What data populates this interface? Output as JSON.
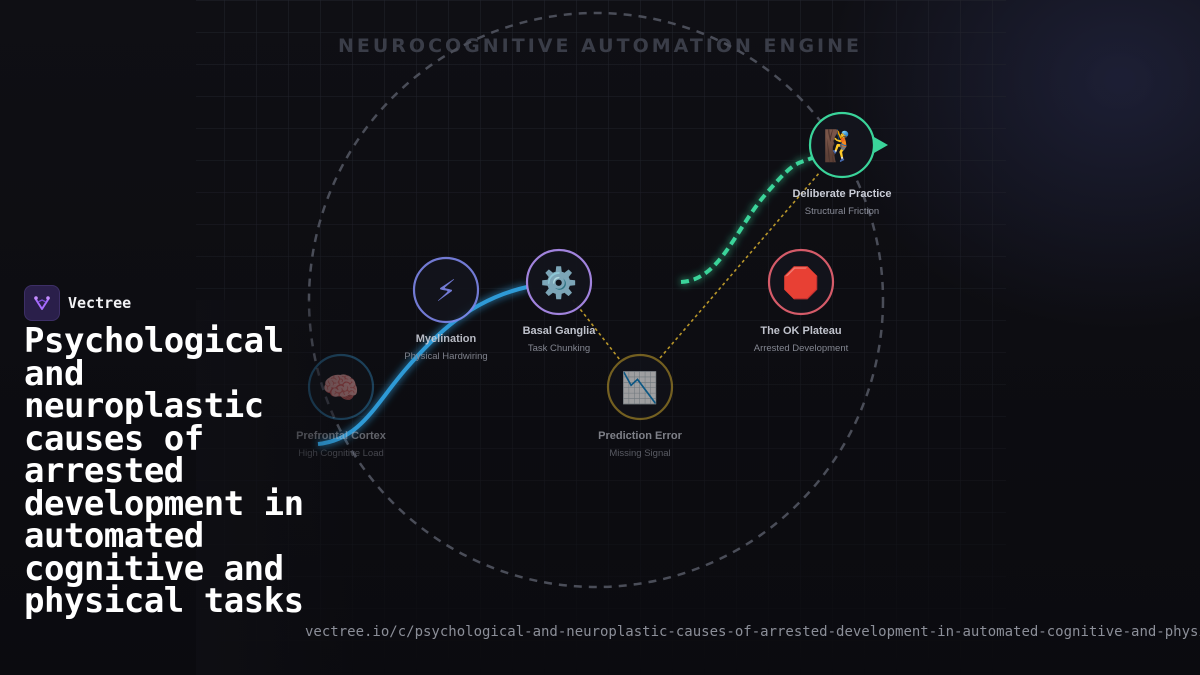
{
  "diagram": {
    "title": "NEUROCOGNITIVE AUTOMATION ENGINE",
    "nodes": [
      {
        "id": "prefrontal",
        "icon": "brain-icon",
        "glyph": "🧠",
        "color": "#2f7fb0",
        "title": "Prefrontal Cortex",
        "subtitle": "High Cognitive Load"
      },
      {
        "id": "myelination",
        "icon": "lightning-icon",
        "glyph": "⚡",
        "color": "#7d86e8",
        "title": "Myelination",
        "subtitle": "Physical Hardwiring"
      },
      {
        "id": "basal",
        "icon": "gear-icon",
        "glyph": "⚙️",
        "color": "#a98ae8",
        "title": "Basal Ganglia",
        "subtitle": "Task Chunking"
      },
      {
        "id": "prediction",
        "icon": "chart-decreasing-icon",
        "glyph": "📉",
        "color": "#b8962a",
        "title": "Prediction Error",
        "subtitle": "Missing Signal"
      },
      {
        "id": "plateau",
        "icon": "stop-sign-icon",
        "glyph": "🛑",
        "color": "#e0606e",
        "title": "The OK Plateau",
        "subtitle": "Arrested Development"
      },
      {
        "id": "deliberate",
        "icon": "climber-icon",
        "glyph": "🧗",
        "color": "#3ad49a",
        "title": "Deliberate Practice",
        "subtitle": "Structural Friction"
      }
    ],
    "colors": {
      "learning_curve": "#2f9ad6",
      "breakthrough_curve": "#3ad49a",
      "error_link": "#b8962a",
      "cycle_ring": "#4a4d58"
    }
  },
  "brand": {
    "name": "Vectree",
    "logo_icon": "vectree-logo-icon"
  },
  "headline": "Psychological and neuroplastic causes of arrested development in automated cognitive and physical tasks",
  "url": "vectree.io/c/psychological-and-neuroplastic-causes-of-arrested-development-in-automated-cognitive-and-physical-tasks"
}
